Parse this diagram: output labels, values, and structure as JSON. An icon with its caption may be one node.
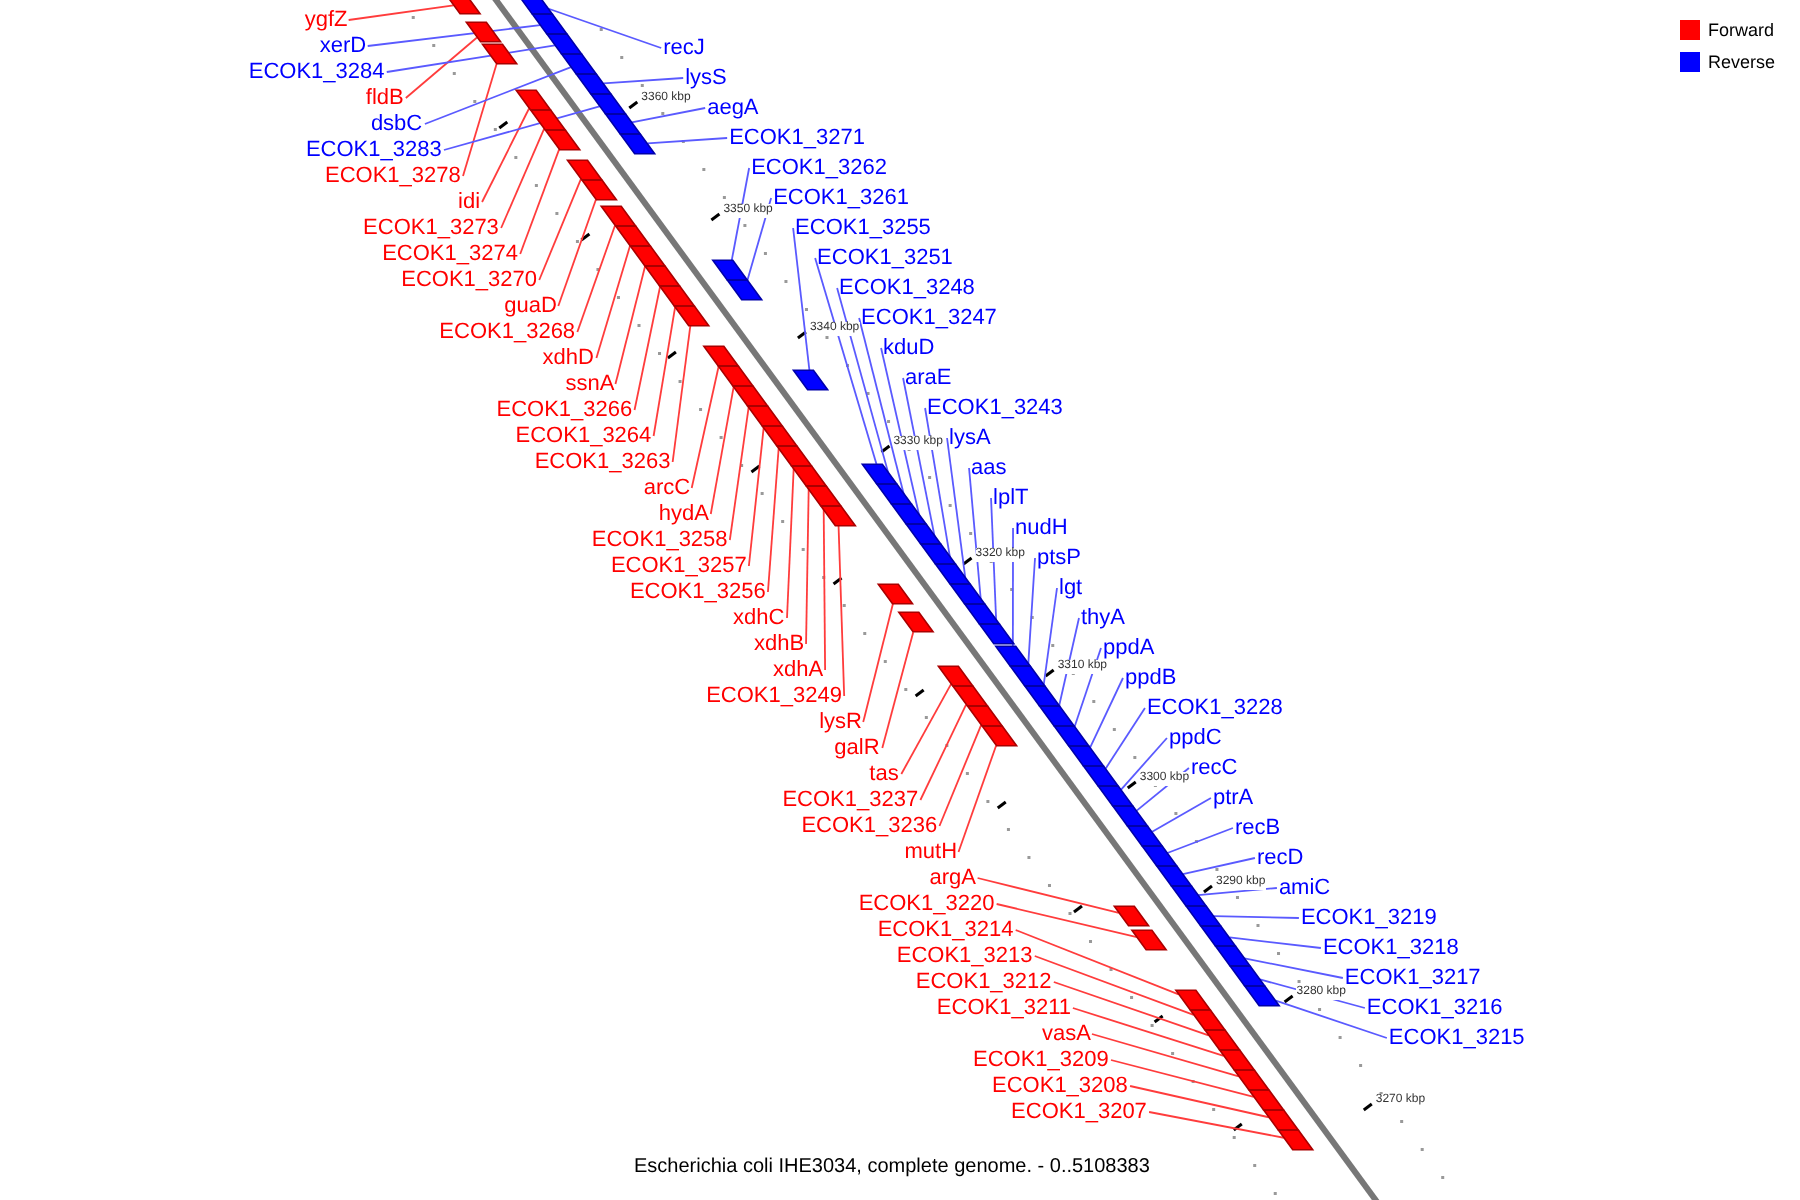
{
  "diagram": {
    "caption": "Escherichia coli IHE3034, complete genome. - 0..5108383",
    "nodes": [
      {
        "text": [
          "ygfZ"
        ]
      },
      {
        "text": [
          "xerD"
        ]
      },
      {
        "text": [
          "ECOK1_3284"
        ]
      },
      {
        "text": [
          "fldB"
        ]
      },
      {
        "text": [
          "dsbC"
        ]
      },
      {
        "text": [
          "ECOK1_3283"
        ]
      },
      {
        "text": [
          "ECOK1_3278"
        ]
      },
      {
        "text": [
          "idi"
        ]
      },
      {
        "text": [
          "ECOK1_3273"
        ]
      },
      {
        "text": [
          "ECOK1_3274"
        ]
      },
      {
        "text": [
          "ECOK1_3270"
        ]
      },
      {
        "text": [
          "guaD"
        ]
      },
      {
        "text": [
          "ECOK1_3268"
        ]
      },
      {
        "text": [
          "xdhD"
        ]
      },
      {
        "text": [
          "ssnA"
        ]
      },
      {
        "text": [
          "ECOK1_3266"
        ]
      },
      {
        "text": [
          "ECOK1_3264"
        ]
      },
      {
        "text": [
          "ECOK1_3263"
        ]
      },
      {
        "text": [
          "arcC"
        ]
      },
      {
        "text": [
          "hydA"
        ]
      },
      {
        "text": [
          "ECOK1_3258"
        ]
      },
      {
        "text": [
          "ECOK1_3257"
        ]
      },
      {
        "text": [
          "ECOK1_3256"
        ]
      },
      {
        "text": [
          "xdhC"
        ]
      },
      {
        "text": [
          "xdhB"
        ]
      },
      {
        "text": [
          "xdhA"
        ]
      },
      {
        "text": [
          "ECOK1_3249"
        ]
      },
      {
        "text": [
          "lysR"
        ]
      },
      {
        "text": [
          "galR"
        ]
      },
      {
        "text": [
          "tas"
        ]
      },
      {
        "text": [
          "ECOK1_3237"
        ]
      },
      {
        "text": [
          "ECOK1_3236"
        ]
      },
      {
        "text": [
          "mutH"
        ]
      },
      {
        "text": [
          "argA"
        ]
      },
      {
        "text": [
          "ECOK1_3220"
        ]
      },
      {
        "text": [
          "ECOK1_3214"
        ]
      },
      {
        "text": [
          "ECOK1_3213"
        ]
      },
      {
        "text": [
          "ECOK1_3212"
        ]
      },
      {
        "text": [
          "ECOK1_3211"
        ]
      },
      {
        "text": [
          "vasA"
        ]
      },
      {
        "text": [
          "ECOK1_3209"
        ]
      },
      {
        "text": [
          "ECOK1_3208"
        ]
      },
      {
        "text": [
          "ECOK1_3207"
        ]
      },
      {
        "text": [
          "recJ"
        ]
      },
      {
        "text": [
          "lysS"
        ]
      },
      {
        "text": [
          "aegA"
        ]
      },
      {
        "text": [
          "ECOK1_3271"
        ]
      },
      {
        "text": [
          "ECOK1_3262"
        ]
      },
      {
        "text": [
          "ECOK1_3261"
        ]
      },
      {
        "text": [
          "ECOK1_3255"
        ]
      },
      {
        "text": [
          "ECOK1_3251"
        ]
      },
      {
        "text": [
          "ECOK1_3248"
        ]
      },
      {
        "text": [
          "ECOK1_3247"
        ]
      },
      {
        "text": [
          "kduD"
        ]
      },
      {
        "text": [
          "araE"
        ]
      },
      {
        "text": [
          "ECOK1_3243"
        ]
      },
      {
        "text": [
          "lysA"
        ]
      },
      {
        "text": [
          "aas"
        ]
      },
      {
        "text": [
          "lplT"
        ]
      },
      {
        "text": [
          "nudH"
        ]
      },
      {
        "text": [
          "ptsP"
        ]
      },
      {
        "text": [
          "lgt"
        ]
      },
      {
        "text": [
          "thyA"
        ]
      },
      {
        "text": [
          "ppdA"
        ]
      },
      {
        "text": [
          "ppdB"
        ]
      },
      {
        "text": [
          "ECOK1_3228"
        ]
      },
      {
        "text": [
          "ppdC"
        ]
      },
      {
        "text": [
          "recC"
        ]
      },
      {
        "text": [
          "ptrA"
        ]
      },
      {
        "text": [
          "recB"
        ]
      },
      {
        "text": [
          "recD"
        ]
      },
      {
        "text": [
          "amiC"
        ]
      },
      {
        "text": [
          "ECOK1_3219"
        ]
      },
      {
        "text": [
          "ECOK1_3218"
        ]
      },
      {
        "text": [
          "ECOK1_3217"
        ]
      },
      {
        "text": [
          "ECOK1_3216"
        ]
      },
      {
        "text": [
          "ECOK1_3215"
        ]
      },
      {
        "text": [],
        "shape": "box"
      },
      {
        "text": [],
        "shape": "box"
      },
      {
        "text": [],
        "shape": "box"
      },
      {
        "text": [],
        "shape": "box"
      },
      {
        "text": [],
        "shape": "box"
      },
      {
        "text": [],
        "shape": "box"
      },
      {
        "text": [],
        "shape": "box"
      },
      {
        "text": [],
        "shape": "box"
      },
      {
        "text": [],
        "shape": "box"
      },
      {
        "text": [],
        "shape": "box"
      },
      {
        "text": [],
        "shape": "box"
      },
      {
        "text": [],
        "shape": "box"
      },
      {
        "text": [],
        "shape": "box"
      },
      {
        "text": [],
        "shape": "box"
      },
      {
        "text": [],
        "shape": "box"
      },
      {
        "text": [],
        "shape": "box"
      },
      {
        "text": [],
        "shape": "box"
      },
      {
        "text": [],
        "shape": "box"
      },
      {
        "text": [],
        "shape": "box"
      },
      {
        "text": [],
        "shape": "box"
      },
      {
        "text": [],
        "shape": "box"
      },
      {
        "text": [],
        "shape": "box"
      },
      {
        "text": [],
        "shape": "box"
      },
      {
        "text": [],
        "shape": "box"
      },
      {
        "text": [],
        "shape": "box"
      },
      {
        "text": [],
        "shape": "box"
      },
      {
        "text": [],
        "shape": "box"
      },
      {
        "text": [],
        "shape": "box"
      },
      {
        "text": [],
        "shape": "box"
      },
      {
        "text": [],
        "shape": "box"
      },
      {
        "text": [],
        "shape": "box"
      },
      {
        "text": [],
        "shape": "box"
      },
      {
        "text": [],
        "shape": "box"
      },
      {
        "text": [],
        "shape": "box"
      },
      {
        "text": [],
        "shape": "box"
      },
      {
        "text": [],
        "shape": "box"
      },
      {
        "text": [],
        "shape": "box"
      },
      {
        "text": [],
        "shape": "box"
      },
      {
        "text": [],
        "shape": "box"
      },
      {
        "text": [],
        "shape": "box"
      },
      {
        "text": [],
        "shape": "box"
      },
      {
        "text": [],
        "shape": "box"
      },
      {
        "text": [],
        "shape": "box"
      },
      {
        "text": [],
        "shape": "box"
      },
      {
        "text": [],
        "shape": "box"
      },
      {
        "text": [],
        "shape": "box"
      },
      {
        "text": [],
        "shape": "box"
      },
      {
        "text": [],
        "shape": "box"
      },
      {
        "text": [],
        "shape": "box"
      },
      {
        "text": [],
        "shape": "box"
      },
      {
        "text": [],
        "shape": "box"
      },
      {
        "text": [],
        "shape": "box"
      },
      {
        "text": [],
        "shape": "box"
      },
      {
        "text": [],
        "shape": "box"
      },
      {
        "text": [],
        "shape": "box"
      },
      {
        "text": [],
        "shape": "box"
      },
      {
        "text": [],
        "shape": "box"
      },
      {
        "text": [],
        "shape": "box"
      },
      {
        "text": [],
        "shape": "box"
      },
      {
        "text": [],
        "shape": "box"
      },
      {
        "text": [],
        "shape": "box"
      },
      {
        "text": [],
        "shape": "box"
      },
      {
        "text": [],
        "shape": "box"
      },
      {
        "text": [],
        "shape": "box"
      },
      {
        "text": [],
        "shape": "box"
      },
      {
        "text": [],
        "shape": "box"
      },
      {
        "text": [],
        "shape": "box"
      },
      {
        "text": [],
        "shape": "box"
      },
      {
        "text": [],
        "shape": "box"
      },
      {
        "text": [],
        "shape": "box"
      },
      {
        "text": [],
        "shape": "box"
      },
      {
        "text": [],
        "shape": "box"
      },
      {
        "text": [],
        "shape": "box"
      },
      {
        "text": [],
        "shape": "box"
      },
      {
        "text": [],
        "shape": "box"
      },
      {
        "text": [],
        "shape": "box"
      },
      {
        "text": [],
        "shape": "box"
      }
    ],
    "edges": [
      {
        "from": 0,
        "to": 77,
        "arrow": "none"
      },
      {
        "from": 1,
        "to": 78,
        "arrow": "none",
        "color": "#5a5aff"
      },
      {
        "from": 2,
        "to": 79,
        "arrow": "none",
        "color": "#5a5aff"
      },
      {
        "from": 3,
        "to": 80,
        "arrow": "none"
      },
      {
        "from": 4,
        "to": 81,
        "arrow": "none",
        "color": "#5a5aff"
      },
      {
        "from": 5,
        "to": 82,
        "arrow": "none",
        "color": "#5a5aff"
      },
      {
        "from": 6,
        "to": 83,
        "arrow": "none"
      },
      {
        "from": 7,
        "to": 84,
        "arrow": "none"
      },
      {
        "from": 8,
        "to": 85,
        "arrow": "none"
      },
      {
        "from": 9,
        "to": 86,
        "arrow": "none"
      },
      {
        "from": 10,
        "to": 87,
        "arrow": "none"
      },
      {
        "from": 11,
        "to": 88,
        "arrow": "none"
      },
      {
        "from": 12,
        "to": 89,
        "arrow": "none"
      },
      {
        "from": 13,
        "to": 90,
        "arrow": "none"
      },
      {
        "from": 14,
        "to": 91,
        "arrow": "none"
      },
      {
        "from": 15,
        "to": 92,
        "arrow": "none"
      },
      {
        "from": 16,
        "to": 93,
        "arrow": "none"
      },
      {
        "from": 17,
        "to": 94,
        "arrow": "none"
      },
      {
        "from": 18,
        "to": 95,
        "arrow": "none"
      },
      {
        "from": 19,
        "to": 96,
        "arrow": "none"
      },
      {
        "from": 20,
        "to": 97,
        "arrow": "none"
      },
      {
        "from": 21,
        "to": 98,
        "arrow": "none"
      },
      {
        "from": 22,
        "to": 99,
        "arrow": "none"
      },
      {
        "from": 23,
        "to": 100,
        "arrow": "none"
      },
      {
        "from": 24,
        "to": 101,
        "arrow": "none"
      },
      {
        "from": 25,
        "to": 102,
        "arrow": "none"
      },
      {
        "from": 26,
        "to": 103,
        "arrow": "none"
      },
      {
        "from": 27,
        "to": 104,
        "arrow": "none"
      },
      {
        "from": 28,
        "to": 105,
        "arrow": "none"
      },
      {
        "from": 29,
        "to": 106,
        "arrow": "none"
      },
      {
        "from": 30,
        "to": 107,
        "arrow": "none"
      },
      {
        "from": 31,
        "to": 108,
        "arrow": "none"
      },
      {
        "from": 32,
        "to": 109,
        "arrow": "none"
      },
      {
        "from": 33,
        "to": 110,
        "arrow": "none"
      },
      {
        "from": 34,
        "to": 111,
        "arrow": "none"
      },
      {
        "from": 35,
        "to": 112,
        "arrow": "none"
      },
      {
        "from": 36,
        "to": 113,
        "arrow": "none"
      },
      {
        "from": 37,
        "to": 114,
        "arrow": "none"
      },
      {
        "from": 38,
        "to": 115,
        "arrow": "none"
      },
      {
        "from": 39,
        "to": 116,
        "arrow": "none"
      },
      {
        "from": 40,
        "to": 117,
        "arrow": "none"
      },
      {
        "from": 41,
        "to": 118,
        "arrow": "none"
      },
      {
        "from": 42,
        "to": 119,
        "arrow": "none"
      },
      {
        "from": 43,
        "to": 120,
        "arrow": "none",
        "color": "#5a5aff"
      },
      {
        "from": 44,
        "to": 121,
        "arrow": "none",
        "color": "#5a5aff"
      },
      {
        "from": 45,
        "to": 122,
        "arrow": "none",
        "color": "#5a5aff"
      },
      {
        "from": 46,
        "to": 123,
        "arrow": "none",
        "color": "#5a5aff"
      },
      {
        "from": 47,
        "to": 124,
        "arrow": "none",
        "color": "#5a5aff"
      },
      {
        "from": 48,
        "to": 125,
        "arrow": "none",
        "color": "#5a5aff"
      },
      {
        "from": 49,
        "to": 126,
        "arrow": "none",
        "color": "#5a5aff"
      },
      {
        "from": 50,
        "to": 127,
        "arrow": "none",
        "color": "#5a5aff"
      },
      {
        "from": 51,
        "to": 128,
        "arrow": "none",
        "color": "#5a5aff"
      },
      {
        "from": 52,
        "to": 129,
        "arrow": "none",
        "color": "#5a5aff"
      },
      {
        "from": 53,
        "to": 130,
        "arrow": "none",
        "color": "#5a5aff"
      },
      {
        "from": 54,
        "to": 131,
        "arrow": "none",
        "color": "#5a5aff"
      },
      {
        "from": 55,
        "to": 132,
        "arrow": "none",
        "color": "#5a5aff"
      },
      {
        "from": 56,
        "to": 133,
        "arrow": "none",
        "color": "#5a5aff"
      },
      {
        "from": 57,
        "to": 134,
        "arrow": "none",
        "color": "#5a5aff"
      },
      {
        "from": 58,
        "to": 135,
        "arrow": "none",
        "color": "#5a5aff"
      },
      {
        "from": 59,
        "to": 136,
        "arrow": "none",
        "color": "#5a5aff"
      },
      {
        "from": 60,
        "to": 137,
        "arrow": "none",
        "color": "#5a5aff"
      },
      {
        "from": 61,
        "to": 138,
        "arrow": "none",
        "color": "#5a5aff"
      },
      {
        "from": 62,
        "to": 139,
        "arrow": "none",
        "color": "#5a5aff"
      },
      {
        "from": 63,
        "to": 140,
        "arrow": "none",
        "color": "#5a5aff"
      },
      {
        "from": 64,
        "to": 141,
        "arrow": "none",
        "color": "#5a5aff"
      },
      {
        "from": 65,
        "to": 142,
        "arrow": "none",
        "color": "#5a5aff"
      },
      {
        "from": 66,
        "to": 143,
        "arrow": "none",
        "color": "#5a5aff"
      },
      {
        "from": 67,
        "to": 144,
        "arrow": "none",
        "color": "#5a5aff"
      },
      {
        "from": 68,
        "to": 145,
        "arrow": "none",
        "color": "#5a5aff"
      },
      {
        "from": 69,
        "to": 146,
        "arrow": "none",
        "color": "#5a5aff"
      },
      {
        "from": 70,
        "to": 147,
        "arrow": "none",
        "color": "#5a5aff"
      },
      {
        "from": 71,
        "to": 148,
        "arrow": "none",
        "color": "#5a5aff"
      },
      {
        "from": 72,
        "to": 149,
        "arrow": "none",
        "color": "#5a5aff"
      },
      {
        "from": 73,
        "to": 150,
        "arrow": "none",
        "color": "#5a5aff"
      },
      {
        "from": 74,
        "to": 151,
        "arrow": "none",
        "color": "#5a5aff"
      },
      {
        "from": 75,
        "to": 152,
        "arrow": "none",
        "color": "#5a5aff"
      },
      {
        "from": 76,
        "to": 153,
        "arrow": "none",
        "color": "#5a5aff"
      }
    ],
    "labels": [
      "3360 kbp",
      "3350 kbp",
      "3340 kbp",
      "3330 kbp",
      "3320 kbp",
      "3310 kbp",
      "3300 kbp",
      "3290 kbp",
      "3280 kbp",
      "3270 kbp"
    ],
    "legend": [
      {
        "text": "Forward",
        "color": "#ff0000"
      },
      {
        "text": "Reverse",
        "color": "#0000ff"
      }
    ]
  }
}
